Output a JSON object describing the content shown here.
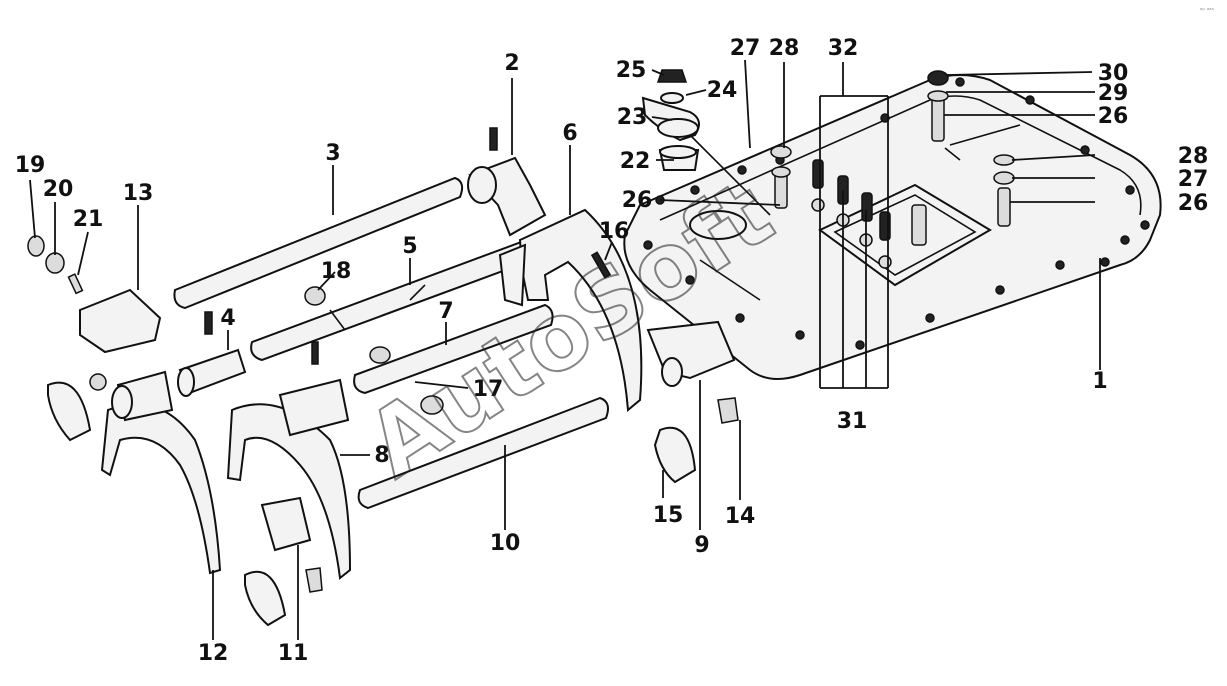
{
  "diagram": {
    "callouts": [
      "1",
      "2",
      "3",
      "4",
      "5",
      "6",
      "7",
      "8",
      "9",
      "10",
      "11",
      "12",
      "13",
      "14",
      "15",
      "16",
      "17",
      "18",
      "19",
      "20",
      "21",
      "22",
      "23",
      "24",
      "25",
      "26",
      "26",
      "26",
      "27",
      "27",
      "28",
      "28",
      "29",
      "30",
      "31",
      "32"
    ],
    "watermark": "AutoSoft",
    "corner_mark": "ᵃᵖ ᵃᵃᵃ"
  }
}
